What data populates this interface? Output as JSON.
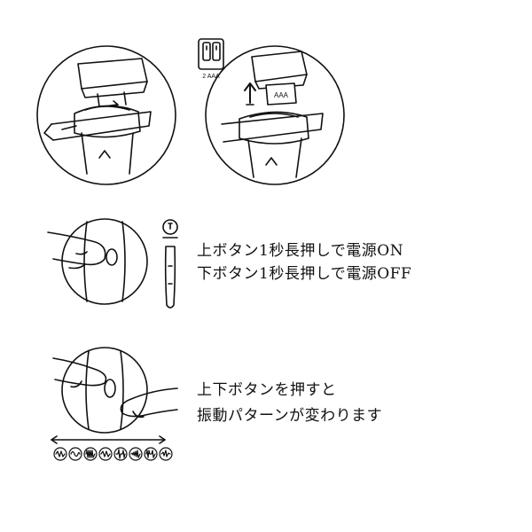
{
  "battery": {
    "pack_label": "2 AAA",
    "cell_label": "AAA"
  },
  "power_instructions": {
    "line_on": "上ボタン1秒長押しで電源ON",
    "line_off": "下ボタン1秒長押しで電源OFF"
  },
  "pattern_instructions": {
    "line_1": "上下ボタンを押すと",
    "line_2": "振動パターンが変わります"
  },
  "vibration_patterns": {
    "count": 8,
    "icons": [
      "wave-short",
      "wave-long",
      "wave-dense",
      "wave-steady",
      "wave-pulse",
      "wave-escalate",
      "wave-burst",
      "wave-random"
    ]
  },
  "colors": {
    "ink": "#111111",
    "paper": "#ffffff"
  }
}
